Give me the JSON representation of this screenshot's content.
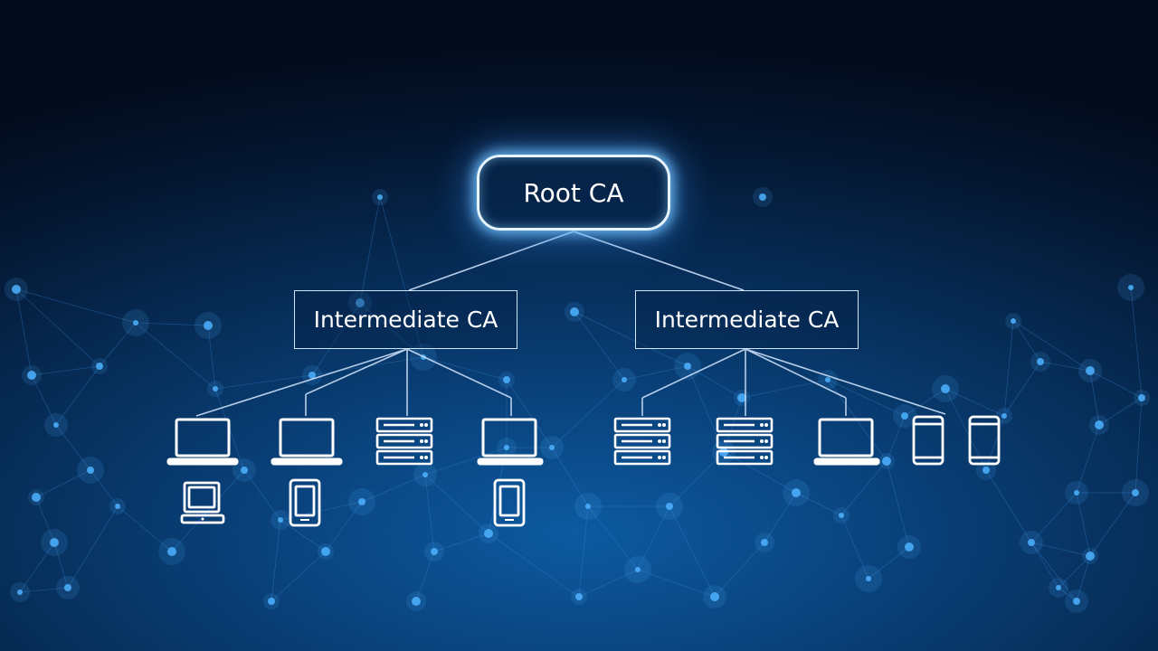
{
  "diagram": {
    "root": {
      "label": "Root CA"
    },
    "intermediates": [
      {
        "label": "Intermediate CA"
      },
      {
        "label": "Intermediate CA"
      }
    ],
    "devices": [
      {
        "icon": "laptop-icon"
      },
      {
        "icon": "laptop-icon"
      },
      {
        "icon": "server-icon"
      },
      {
        "icon": "laptop-icon"
      },
      {
        "icon": "small-laptop-icon"
      },
      {
        "icon": "tablet-icon"
      },
      {
        "icon": "tablet-icon"
      },
      {
        "icon": "server-icon"
      },
      {
        "icon": "server-icon"
      },
      {
        "icon": "laptop-icon"
      },
      {
        "icon": "tablet-icon"
      },
      {
        "icon": "tablet-icon"
      }
    ]
  },
  "colors": {
    "background_top": "#020b1c",
    "background_bottom": "#0d5aa0",
    "line": "#d6e8ff",
    "glow": "#78c8ff",
    "node_dot": "#4db2ff"
  }
}
